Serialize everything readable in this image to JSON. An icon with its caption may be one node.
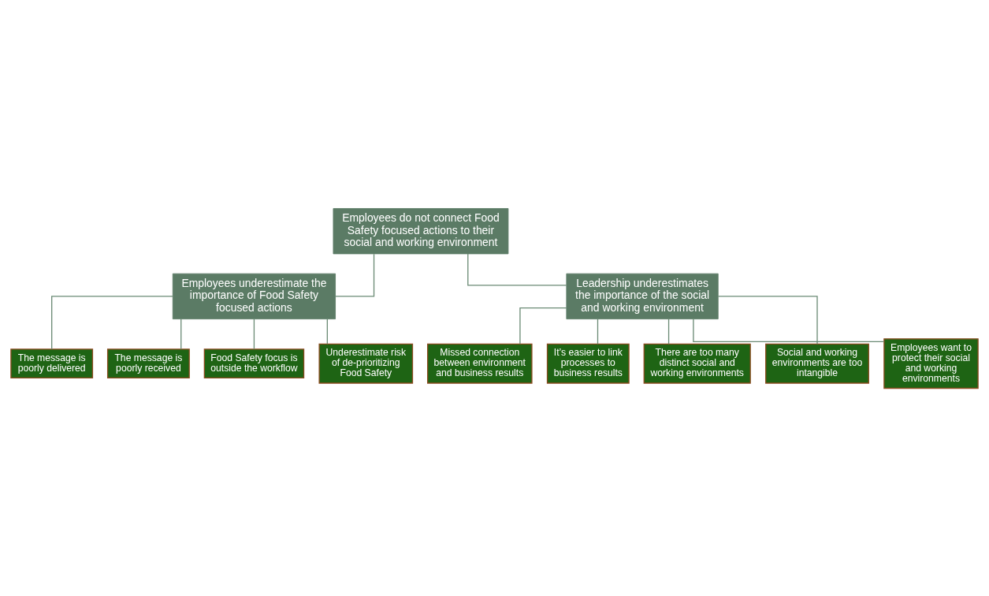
{
  "diagram": {
    "nodes": [
      {
        "text": [
          "Employees do not connect Food Safety focused actions to their social and working environment"
        ]
      },
      {
        "text": [
          "Employees underestimate the importance of Food Safety focused actions"
        ]
      },
      {
        "text": [
          "Leadership underestimates the importance of the social and working environment"
        ]
      },
      {
        "text": [
          "The message is poorly delivered"
        ]
      },
      {
        "text": [
          "The message is poorly received"
        ]
      },
      {
        "text": [
          "Food Safety focus is outside the workflow"
        ]
      },
      {
        "text": [
          "Underestimate risk of de-prioritizing Food Safety"
        ]
      },
      {
        "text": [
          "Missed connection between environment and business results"
        ]
      },
      {
        "text": [
          "It’s easier to link processes to business results"
        ]
      },
      {
        "text": [
          "There are too many distinct social and working environments"
        ]
      },
      {
        "text": [
          "Social and working environments are too intangible"
        ]
      },
      {
        "text": [
          "Employees want to protect their social and working environments"
        ]
      }
    ],
    "edges": [
      {
        "from": 0,
        "to": 1,
        "arrow": "none"
      },
      {
        "from": 0,
        "to": 2,
        "arrow": "none"
      },
      {
        "from": 1,
        "to": 3,
        "arrow": "none"
      },
      {
        "from": 1,
        "to": 4,
        "arrow": "none"
      },
      {
        "from": 1,
        "to": 5,
        "arrow": "none"
      },
      {
        "from": 1,
        "to": 6,
        "arrow": "none"
      },
      {
        "from": 2,
        "to": 7,
        "arrow": "none"
      },
      {
        "from": 2,
        "to": 8,
        "arrow": "none"
      },
      {
        "from": 2,
        "to": 9,
        "arrow": "none"
      },
      {
        "from": 2,
        "to": 10,
        "arrow": "none"
      },
      {
        "from": 2,
        "to": 11,
        "arrow": "none"
      }
    ]
  }
}
